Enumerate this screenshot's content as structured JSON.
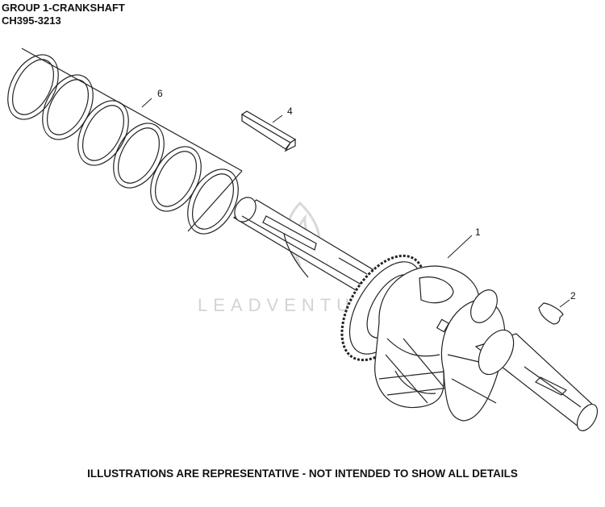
{
  "header": {
    "title": "GROUP 1-CRANKSHAFT",
    "model": "CH395-3213"
  },
  "callouts": [
    "1",
    "2",
    "4",
    "6"
  ],
  "watermark": "LEADVENTURE",
  "footer": "ILLUSTRATIONS ARE REPRESENTATIVE - NOT INTENDED TO SHOW ALL DETAILS",
  "colors": {
    "line": "#222222",
    "watermark": "#d3d3d3"
  }
}
